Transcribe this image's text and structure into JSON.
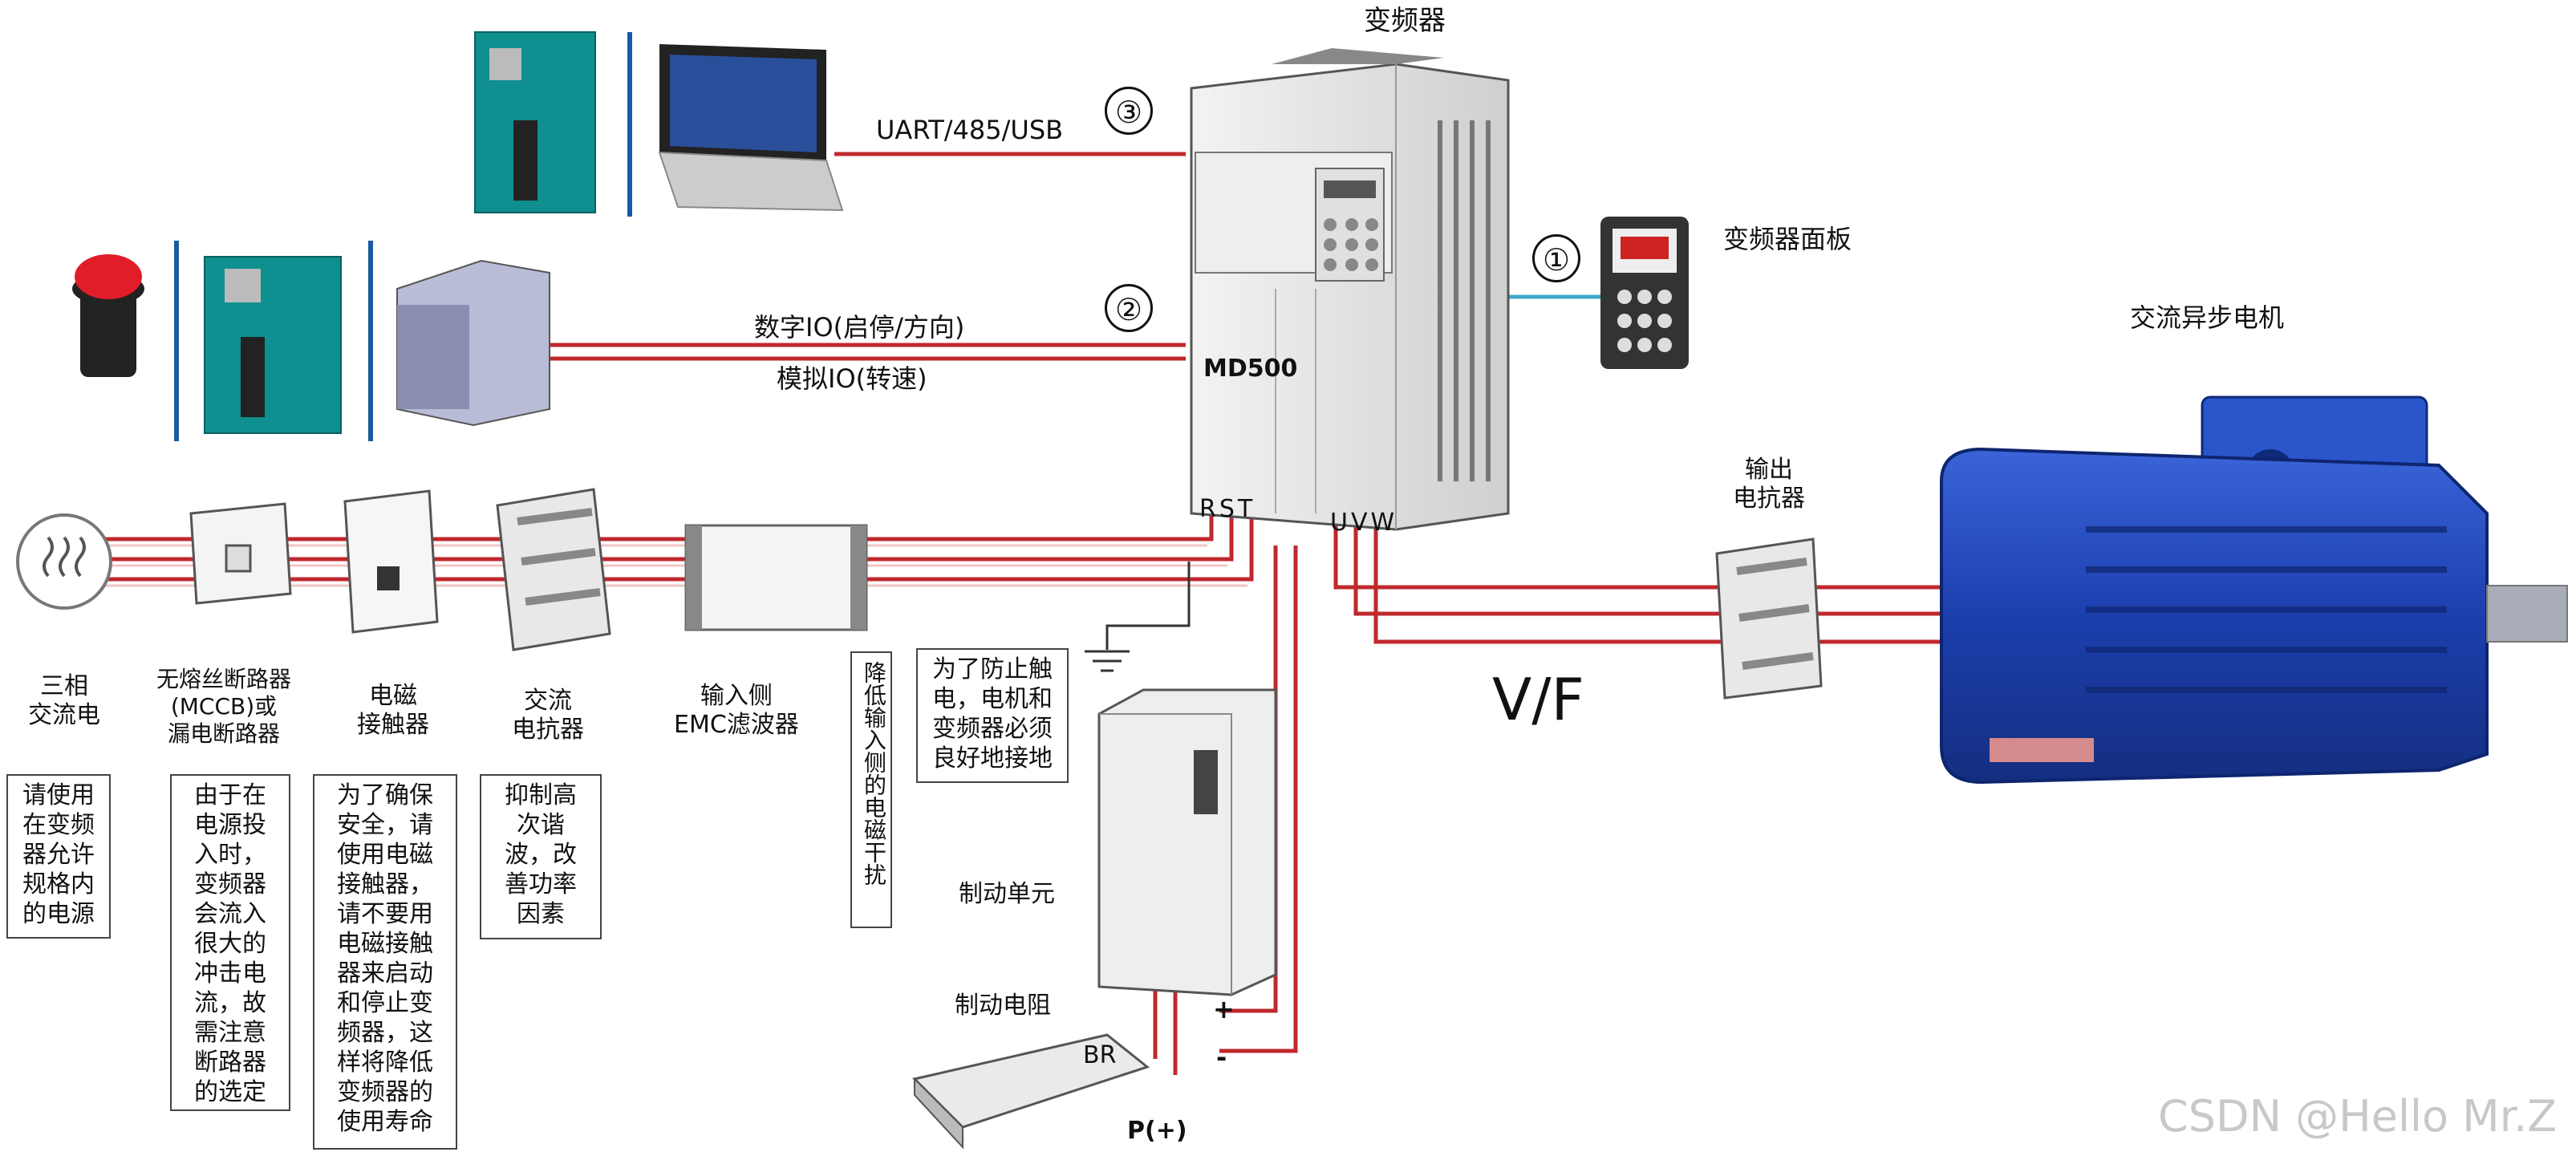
{
  "title": "变频器",
  "drive_model": "MD500",
  "terminals_in": "RST",
  "terminals_out": "UVW",
  "conn1": "①",
  "conn2": "②",
  "conn3": "③",
  "comm_label": "UART/485/USB",
  "digital_io": "数字IO(启停/方向)",
  "analog_io": "模拟IO(转速)",
  "panel_label": "变频器面板",
  "motor_label": "交流异步电机",
  "vf_label": "V/F",
  "output_reactor": "输出\n电抗器",
  "power_label": "三相\n交流电",
  "mccb_label": "无熔丝断路器\n(MCCB)或\n漏电断路器",
  "contactor_label": "电磁\n接触器",
  "ac_reactor_label": "交流\n电抗器",
  "emc_label": "输入侧\nEMC滤波器",
  "emc_note": "降低输入侧的电磁干扰",
  "power_note": "请使用\n在变频\n器允许\n规格内\n的电源",
  "mccb_note": "由于在\n电源投\n入时，\n变频器\n会流入\n很大的\n冲击电\n流，故\n需注意\n断路器\n的选定",
  "contactor_note": "为了确保\n安全，请\n使用电磁\n接触器，\n请不要用\n电磁接触\n器来启动\n和停止变\n频器，这\n样将降低\n变频器的\n使用寿命",
  "reactor_note": "抑制高\n次谐\n波，改\n善功率\n因素",
  "ground_note": "为了防止触\n电，电机和\n变频器必须\n良好地接地",
  "brake_unit": "制动单元",
  "brake_resistor": "制动电阻",
  "br": "BR",
  "p_plus": "P(+)",
  "plus": "+",
  "minus": "-",
  "watermark": "CSDN @Hello Mr.Z",
  "colors": {
    "wire": "#c0282d",
    "motor": "#1f47b8",
    "panel_line": "#3fa8c8",
    "board": "#0f8f8f"
  }
}
